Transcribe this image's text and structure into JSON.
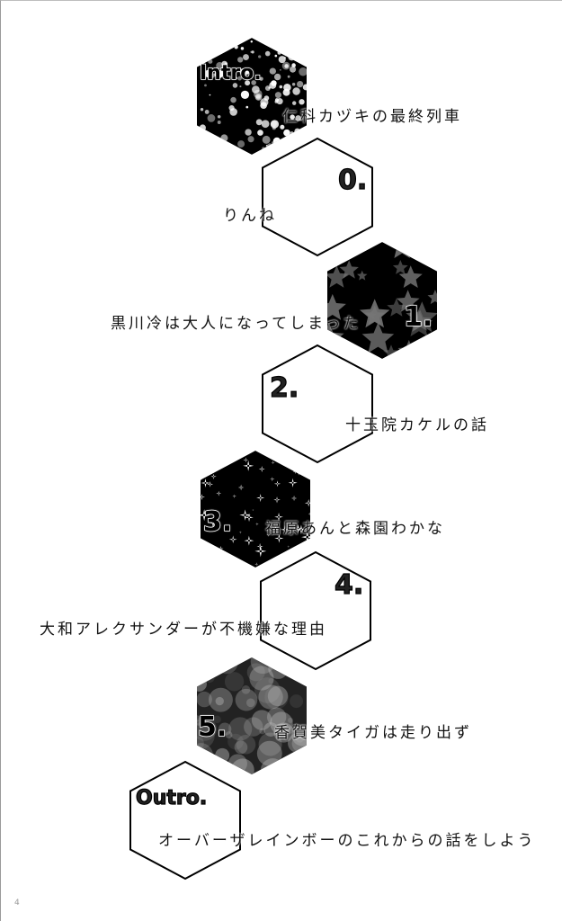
{
  "entries": [
    {
      "label": "Intro.",
      "title": "仁科カヅキの最終列車",
      "fill": "dots"
    },
    {
      "label": "0.",
      "title": "りんね",
      "fill": "none"
    },
    {
      "label": "1.",
      "title": "黒川冷は大人になってしまった",
      "fill": "stars"
    },
    {
      "label": "2.",
      "title": "十玉院カケルの話",
      "fill": "none"
    },
    {
      "label": "3.",
      "title": "福原あんと森園わかな",
      "fill": "sparkles"
    },
    {
      "label": "4.",
      "title": "大和アレクサンダーが不機嫌な理由",
      "fill": "none"
    },
    {
      "label": "5.",
      "title": "香賀美タイガは走り出ず",
      "fill": "bokeh"
    },
    {
      "label": "Outro.",
      "title": "オーバーザレインボーのこれからの話をしよう",
      "fill": "none"
    }
  ],
  "page_number": "4",
  "colors": {
    "ink": "#000000",
    "paper": "#ffffff"
  }
}
